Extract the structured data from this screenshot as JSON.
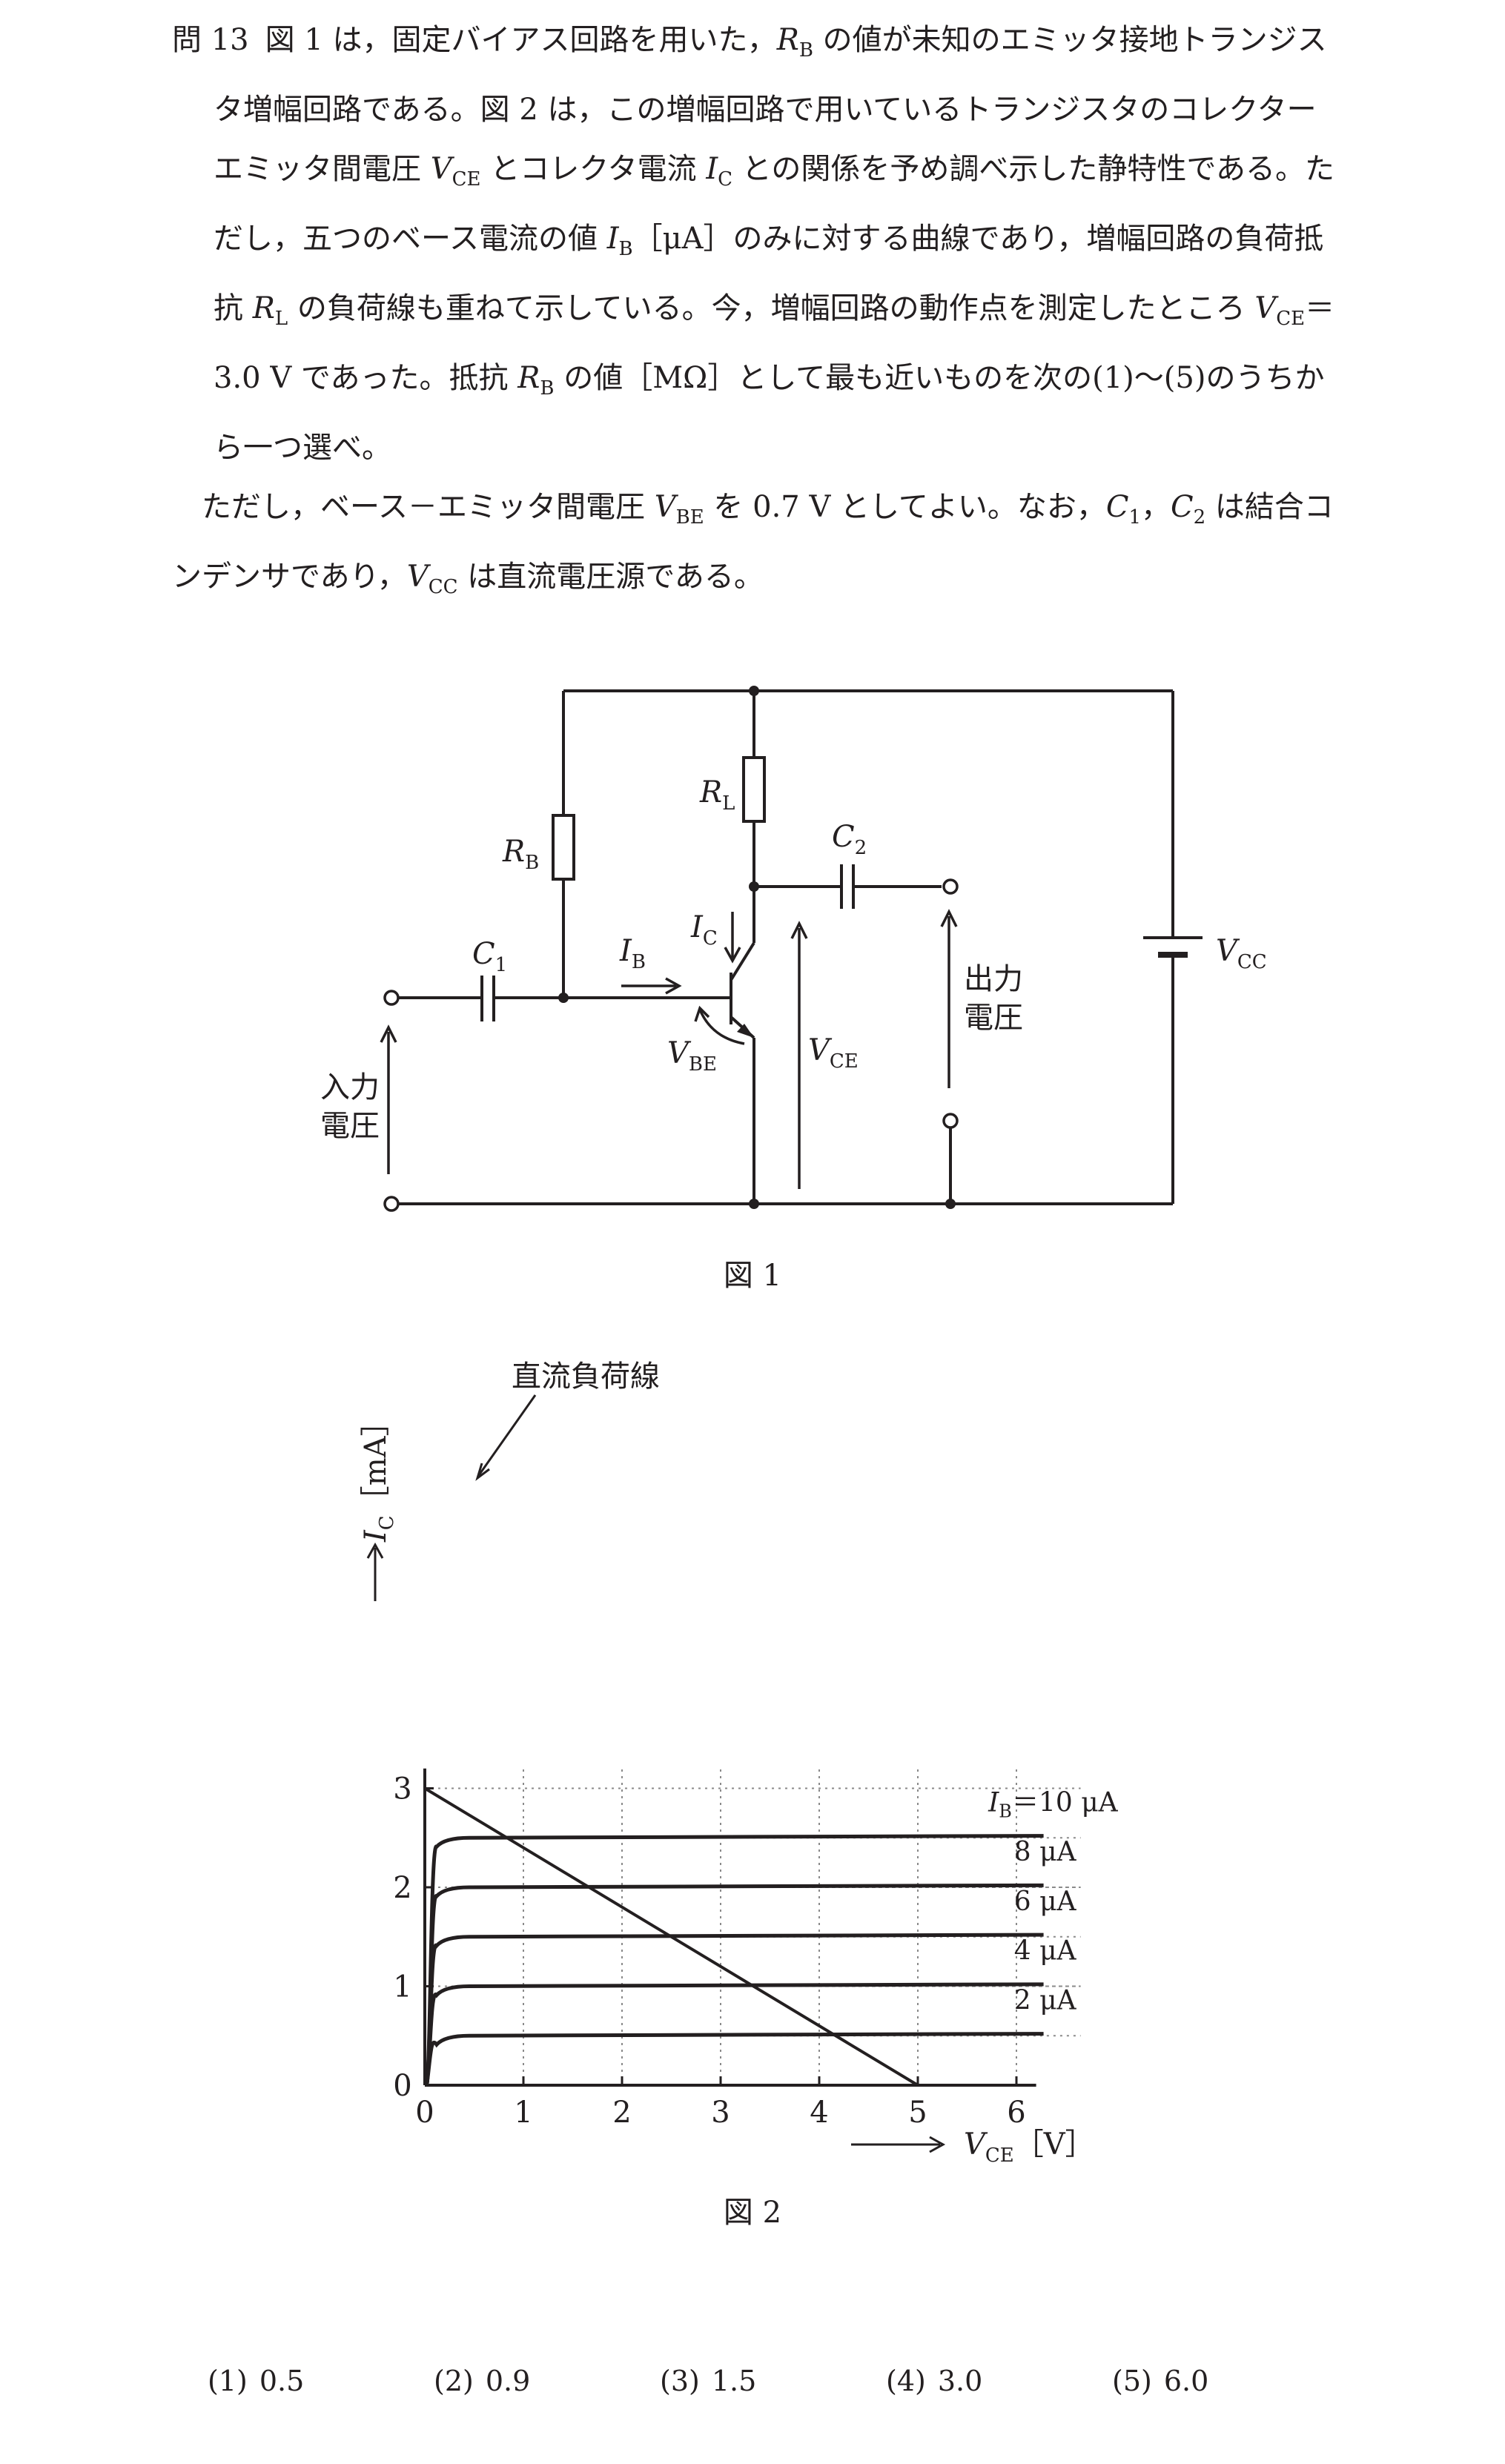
{
  "problem": {
    "number": "問 13",
    "paragraphs": [
      [
        {
          "t": "図 1 は，固定バイアス回路を用いた，"
        },
        {
          "v": "R",
          "sub": "B"
        },
        {
          "t": " の値が未知のエミッタ接地トランジスタ増幅回路である。図 2 は，この増幅回路で用いているトランジスタのコレクターエミッタ間電圧 "
        },
        {
          "v": "V",
          "sub": "CE"
        },
        {
          "t": " とコレクタ電流 "
        },
        {
          "v": "I",
          "sub": "C"
        },
        {
          "t": " との関係を予め調べ示した静特性である。ただし，五つのベース電流の値 "
        },
        {
          "v": "I",
          "sub": "B"
        },
        {
          "t": "［μA］のみに対する曲線であり，増幅回路の負荷抵抗 "
        },
        {
          "v": "R",
          "sub": "L"
        },
        {
          "t": " の負荷線も重ねて示している。今，増幅回路の動作点を測定したところ "
        },
        {
          "v": "V",
          "sub": "CE"
        },
        {
          "t": "＝3.0 V であった。抵抗 "
        },
        {
          "v": "R",
          "sub": "B"
        },
        {
          "t": " の値［MΩ］として最も近いものを次の(1)～(5)のうちから一つ選べ。"
        }
      ],
      [
        {
          "t": "ただし，ベース－エミッタ間電圧 "
        },
        {
          "v": "V",
          "sub": "BE"
        },
        {
          "t": " を 0.7 V としてよい。なお，"
        },
        {
          "v": "C",
          "sub": "1"
        },
        {
          "t": "，"
        },
        {
          "v": "C",
          "sub": "2"
        },
        {
          "t": " は結合コンデンサであり，"
        },
        {
          "v": "V",
          "sub": "CC"
        },
        {
          "t": " は直流電圧源である。"
        }
      ]
    ]
  },
  "figure1": {
    "caption": "図 1",
    "labels": {
      "rl": {
        "v": "R",
        "sub": "L"
      },
      "rb": {
        "v": "R",
        "sub": "B"
      },
      "c1": {
        "v": "C",
        "sub": "1"
      },
      "c2": {
        "v": "C",
        "sub": "2"
      },
      "ib": {
        "v": "I",
        "sub": "B"
      },
      "ic": {
        "v": "I",
        "sub": "C"
      },
      "vbe": {
        "v": "V",
        "sub": "BE"
      },
      "vce": {
        "v": "V",
        "sub": "CE"
      },
      "vcc": {
        "v": "V",
        "sub": "CC"
      }
    },
    "input_label": [
      "入力",
      "電圧"
    ],
    "output_label": [
      "出力",
      "電圧"
    ]
  },
  "figure2": {
    "caption": "図 2",
    "load_line_label": "直流負荷線",
    "y_axis_label": {
      "v": "I",
      "sub": "C",
      "unit": "［mA］"
    },
    "x_axis_label": {
      "v": "V",
      "sub": "CE",
      "unit": "［V］"
    }
  },
  "chart_data": {
    "type": "line",
    "x_ticks": [
      0,
      1,
      2,
      3,
      4,
      5,
      6
    ],
    "y_ticks": [
      0,
      1,
      2,
      3
    ],
    "xlim": [
      0,
      6.2
    ],
    "ylim": [
      0,
      3.2
    ],
    "grid": true,
    "series": [
      {
        "name": "IB＝10 μA",
        "label": "I",
        "label_sub": "B",
        "label_rest": "＝10 μA",
        "sat": 2.5,
        "end": 2.52
      },
      {
        "name": "8 μA",
        "label_rest": "8 μA",
        "sat": 2.0,
        "end": 2.02
      },
      {
        "name": "6 μA",
        "label_rest": "6 μA",
        "sat": 1.5,
        "end": 1.52
      },
      {
        "name": "4 μA",
        "label_rest": "4 μA",
        "sat": 1.0,
        "end": 1.02
      },
      {
        "name": "2 μA",
        "label_rest": "2 μA",
        "sat": 0.5,
        "end": 0.52
      }
    ],
    "load_line": [
      [
        0,
        3
      ],
      [
        5,
        0
      ]
    ]
  },
  "choices": [
    {
      "num": "(1)",
      "val": "0.5"
    },
    {
      "num": "(2)",
      "val": "0.9"
    },
    {
      "num": "(3)",
      "val": "1.5"
    },
    {
      "num": "(4)",
      "val": "3.0"
    },
    {
      "num": "(5)",
      "val": "6.0"
    }
  ]
}
